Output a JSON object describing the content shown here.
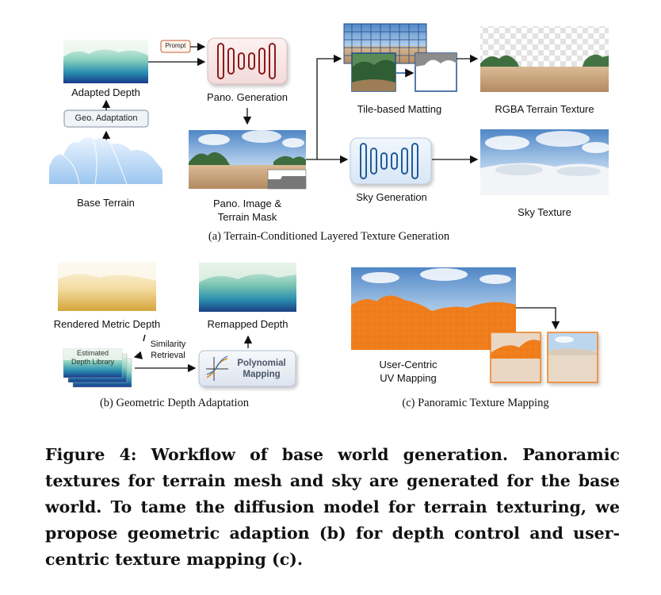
{
  "panel_a": {
    "prompt_chip": "Prompt",
    "adapted_depth": "Adapted Depth",
    "geo_adaptation": "Geo. Adaptation",
    "base_terrain": "Base Terrain",
    "pano_generation": "Pano. Generation",
    "pano_image_line1": "Pano. Image &",
    "pano_image_line2": "Terrain Mask",
    "tile_matting": "Tile-based Matting",
    "rgba_texture": "RGBA Terrain Texture",
    "sky_generation": "Sky Generation",
    "sky_texture": "Sky Texture",
    "caption": "(a) Terrain-Conditioned Layered Texture Generation"
  },
  "panel_b": {
    "rendered_depth": "Rendered Metric Depth",
    "remapped_depth": "Remapped Depth",
    "library_line1": "Estimated",
    "library_line2": "Depth Library",
    "similarity_line1": "Similarity",
    "similarity_line2": "Retrieval",
    "poly_line1": "Polynomial",
    "poly_line2": "Mapping",
    "caption": "(b) Geometric Depth Adaptation"
  },
  "panel_c": {
    "uv_line1": "User-Centric",
    "uv_line2": "UV Mapping",
    "caption": "(c) Panoramic Texture Mapping"
  },
  "figure_caption": "Figure 4: Workflow of base world generation. Panoramic textures for terrain mesh and sky are generated for the base world. To tame the diffusion model for terrain texturing, we propose geometric adaption (b) for depth control and user­centric texture mapping (c).",
  "colors": {
    "unet_red": "#8b1a1a",
    "unet_blue": "#1f5c99",
    "depth_teal": "#1b6f8a",
    "depth_gold": "#d9a93a",
    "sand": "#c9a27a",
    "uv_orange": "#f07f1e",
    "sky_blue": "#6f9fd0"
  },
  "icons": [
    "unet-icon",
    "curve-icon",
    "arrow-icon"
  ]
}
